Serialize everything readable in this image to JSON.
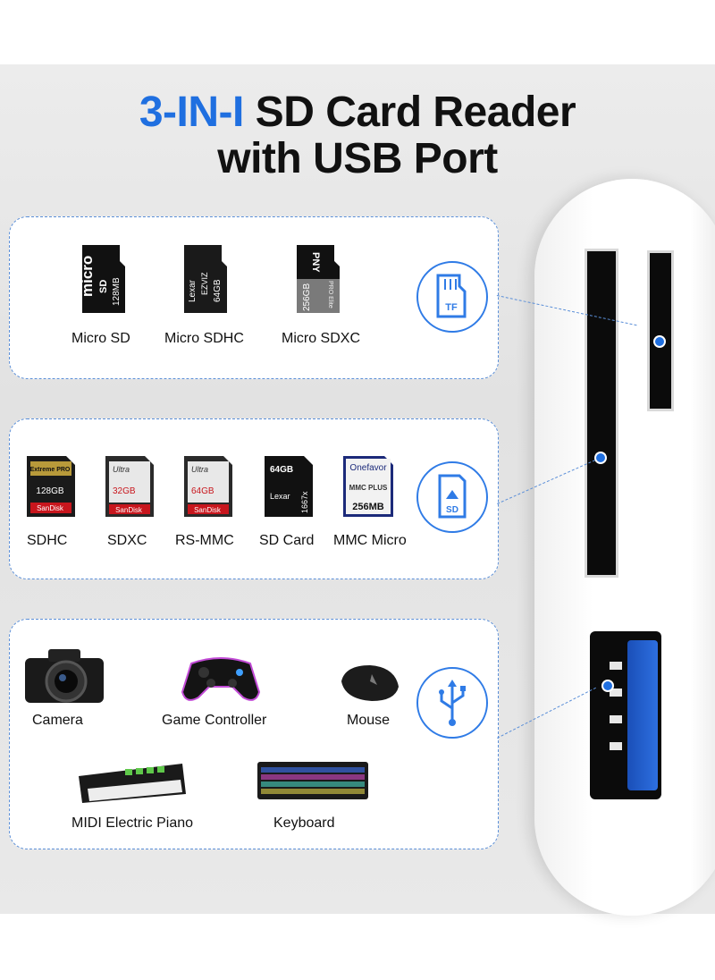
{
  "headline": {
    "accent": "3-IN-I",
    "line1_rest": " SD Card Reader",
    "line2": "with USB Port"
  },
  "colors": {
    "accent": "#1f6fe0",
    "dashed": "#5b8fd8"
  },
  "section_tf": {
    "items": [
      {
        "label": "Micro SD",
        "card_text": [
          "micro",
          "SD",
          "128MB"
        ]
      },
      {
        "label": "Micro SDHC",
        "card_text": [
          "Lexar",
          "EZVIZ",
          "64GB"
        ]
      },
      {
        "label": "Micro SDXC",
        "card_text": [
          "PNY",
          "256GB",
          "PRO Elite"
        ]
      }
    ],
    "badge": {
      "icon": "tf-card-icon",
      "text": "TF"
    }
  },
  "section_sd": {
    "items": [
      {
        "label": "SDHC",
        "card_text": [
          "Extreme PRO",
          "128GB",
          "SanDisk"
        ]
      },
      {
        "label": "SDXC",
        "card_text": [
          "Ultra",
          "32GB",
          "SanDisk"
        ]
      },
      {
        "label": "RS-MMC",
        "card_text": [
          "Ultra",
          "64GB",
          "SanDisk"
        ]
      },
      {
        "label": "SD Card",
        "card_text": [
          "64GB",
          "Lexar",
          "1667x"
        ]
      },
      {
        "label": "MMC Micro",
        "card_text": [
          "Onefavor",
          "MMC PLUS",
          "256MB"
        ]
      }
    ],
    "badge": {
      "icon": "sd-card-icon",
      "text": "SD"
    }
  },
  "section_usb": {
    "items": [
      {
        "label": "Camera"
      },
      {
        "label": "Game Controller"
      },
      {
        "label": "Mouse"
      },
      {
        "label": "MIDI Electric Piano"
      },
      {
        "label": "Keyboard"
      }
    ],
    "badge": {
      "icon": "usb-icon"
    }
  }
}
